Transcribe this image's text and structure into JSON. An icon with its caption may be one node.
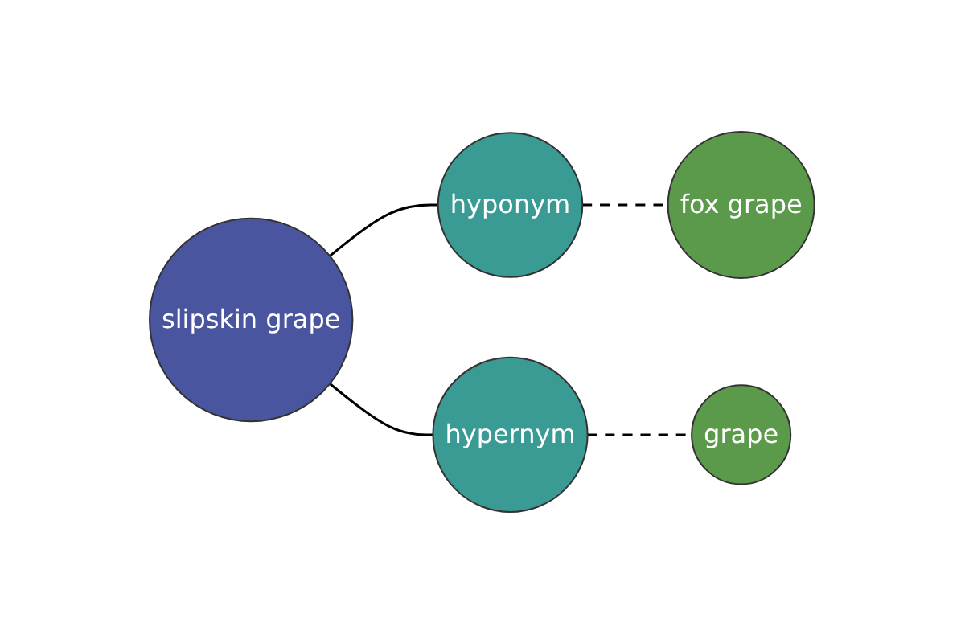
{
  "diagram": {
    "nodes": [
      {
        "text": [
          "slipskin grape"
        ]
      },
      {
        "text": [
          "hyponym"
        ]
      },
      {
        "text": [
          "fox grape"
        ]
      },
      {
        "text": [
          "hypernym"
        ]
      },
      {
        "text": [
          "grape"
        ]
      }
    ],
    "edges": [
      {
        "from": 0,
        "to": 1,
        "arrow": "none"
      },
      {
        "from": 1,
        "to": 2,
        "arrow": "none",
        "style": "dashed"
      },
      {
        "from": 0,
        "to": 3,
        "arrow": "none"
      },
      {
        "from": 3,
        "to": 4,
        "arrow": "none",
        "style": "dashed"
      }
    ]
  }
}
